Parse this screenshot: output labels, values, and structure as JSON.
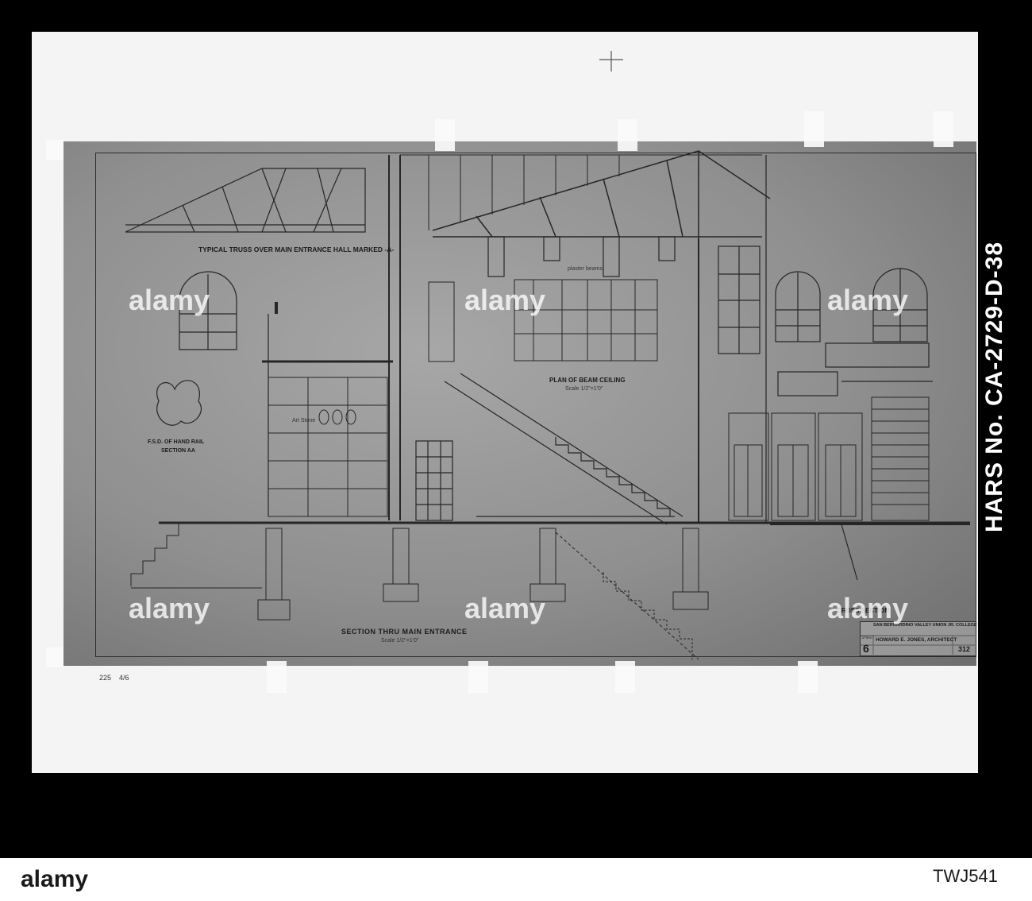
{
  "sheet": {
    "truss_title": "TYPICAL TRUSS OVER MAIN ENTRANCE HALL MARKED -A-",
    "rail_label": "F.S.D. OF HAND RAIL",
    "rail_section": "SECTION AA",
    "beam_ceiling": "PLAN OF BEAM CEILING",
    "main_title": "SECTION THRU MAIN ENTRANCE",
    "cross_title": "CROSS SECTION",
    "college": "SAN BERNARDINO VALLEY UNION JR. COLLEGE",
    "architect": "HOWARD E. JONES, ARCHITECT",
    "sheet_label": "SHEET",
    "sheet_no": "6",
    "job_no": "312",
    "note_art_stone": "Art Stone",
    "note_plaster_beams": "plaster beams",
    "note_scale": "Scale 1/2\"=1'0\""
  },
  "hars_number": "HARS No. CA-2729-D-38",
  "margin_notes": [
    "225",
    "4/6"
  ],
  "watermark": "alamy",
  "footer": {
    "logo": "alamy",
    "image_id": "TWJ541"
  }
}
